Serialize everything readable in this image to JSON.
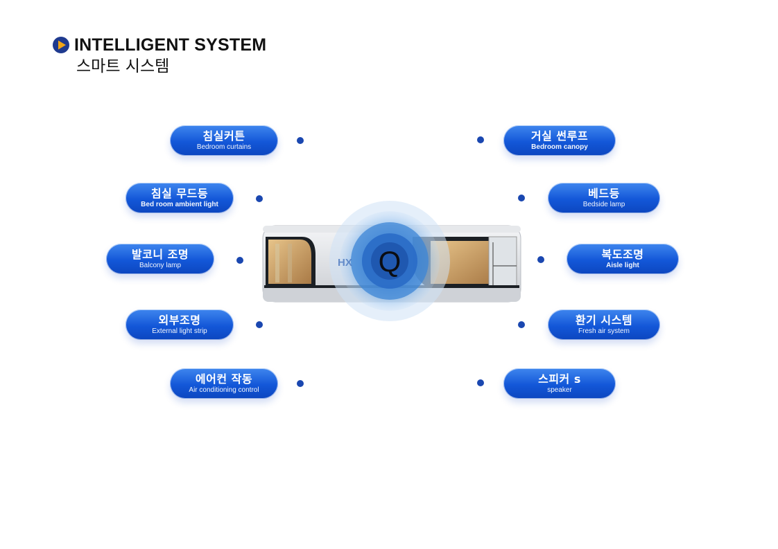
{
  "header": {
    "title_en": "INTELLIGENT SYSTEM",
    "title_ko": "스마트 시스템",
    "icon": "play-circle-icon"
  },
  "center": {
    "logo_letter": "Q",
    "brand_mark": "HX"
  },
  "colors": {
    "pill_blue": "#1357d8",
    "dot_blue": "#1a47b0",
    "ring_blue": "#2f78d0",
    "core_blue": "#1f5ab8"
  },
  "features": {
    "left": [
      {
        "ko": "침실커튼",
        "en": "Bedroom    curtains"
      },
      {
        "ko": "침실 무드등",
        "en": "Bed room  ambient  light"
      },
      {
        "ko": "발코니 조명",
        "en": "Balcony    lamp"
      },
      {
        "ko": "외부조명",
        "en": "External   light   strip"
      },
      {
        "ko": "에어컨 작동",
        "en": "Air    conditioning    control"
      }
    ],
    "right": [
      {
        "ko": "거실 썬루프",
        "en": "Bedroom canopy"
      },
      {
        "ko": "베드등",
        "en": "Bedside    lamp"
      },
      {
        "ko": "복도조명",
        "en": "Aisle    light"
      },
      {
        "ko": "환기 시스템",
        "en": "Fresh   air   system"
      },
      {
        "ko": "스피커 s",
        "en": "speaker"
      }
    ]
  }
}
